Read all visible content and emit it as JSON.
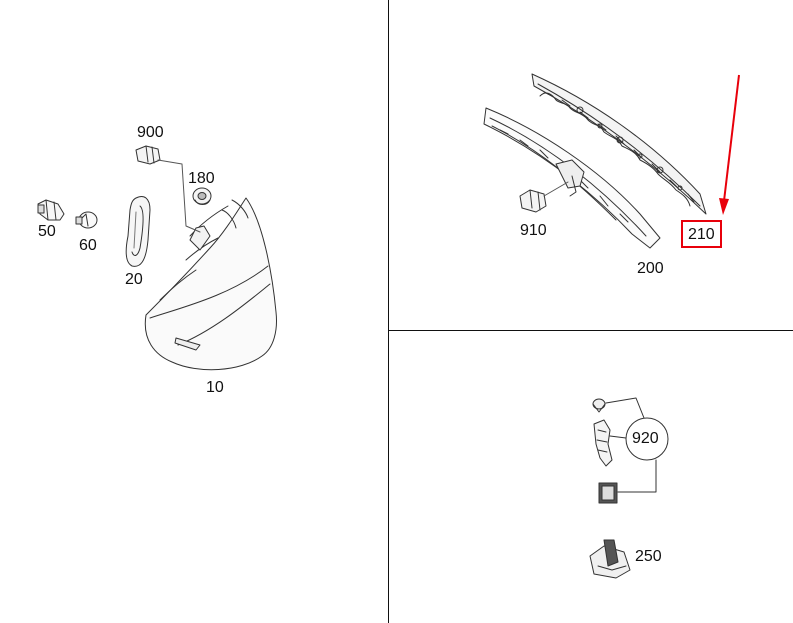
{
  "diagram": {
    "part_labels": {
      "p900": "900",
      "p180": "180",
      "p50": "50",
      "p60": "60",
      "p20": "20",
      "p10": "10",
      "p910": "910",
      "p200": "200",
      "p210": "210",
      "p920": "920",
      "p250": "250"
    },
    "highlight": {
      "part": "210",
      "color": "#e8000b"
    }
  }
}
